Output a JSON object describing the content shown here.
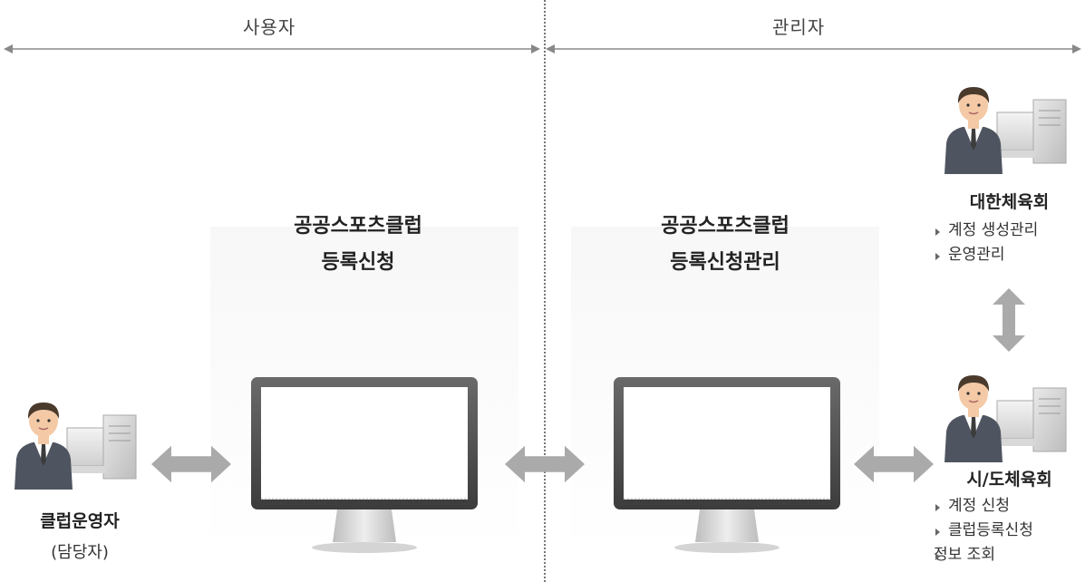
{
  "sections": {
    "user_label": "사용자",
    "admin_label": "관리자"
  },
  "user_system": {
    "title_line1": "공공스포츠클럽",
    "title_line2": "등록신청"
  },
  "admin_system": {
    "title_line1": "공공스포츠클럽",
    "title_line2": "등록신청관리"
  },
  "club_operator": {
    "name": "클럽운영자",
    "sub": "(담당자)"
  },
  "ksoc": {
    "name": "대한체육회",
    "tasks": [
      "계정 생성관리",
      "운영관리"
    ]
  },
  "city_council": {
    "name": "시/도체육회",
    "tasks": [
      "계정 신청",
      "클럽등록신청",
      "정보 조회"
    ]
  },
  "colors": {
    "arrow": "#aaaaaa",
    "monitor_frame": "#5a5a5a",
    "divider": "#777777",
    "suit": "#4f5560",
    "skin": "#f3c9a6",
    "hair": "#4a3a2c"
  },
  "icons": [
    "person-computer-icon",
    "monitor-icon",
    "double-arrow-icon"
  ]
}
